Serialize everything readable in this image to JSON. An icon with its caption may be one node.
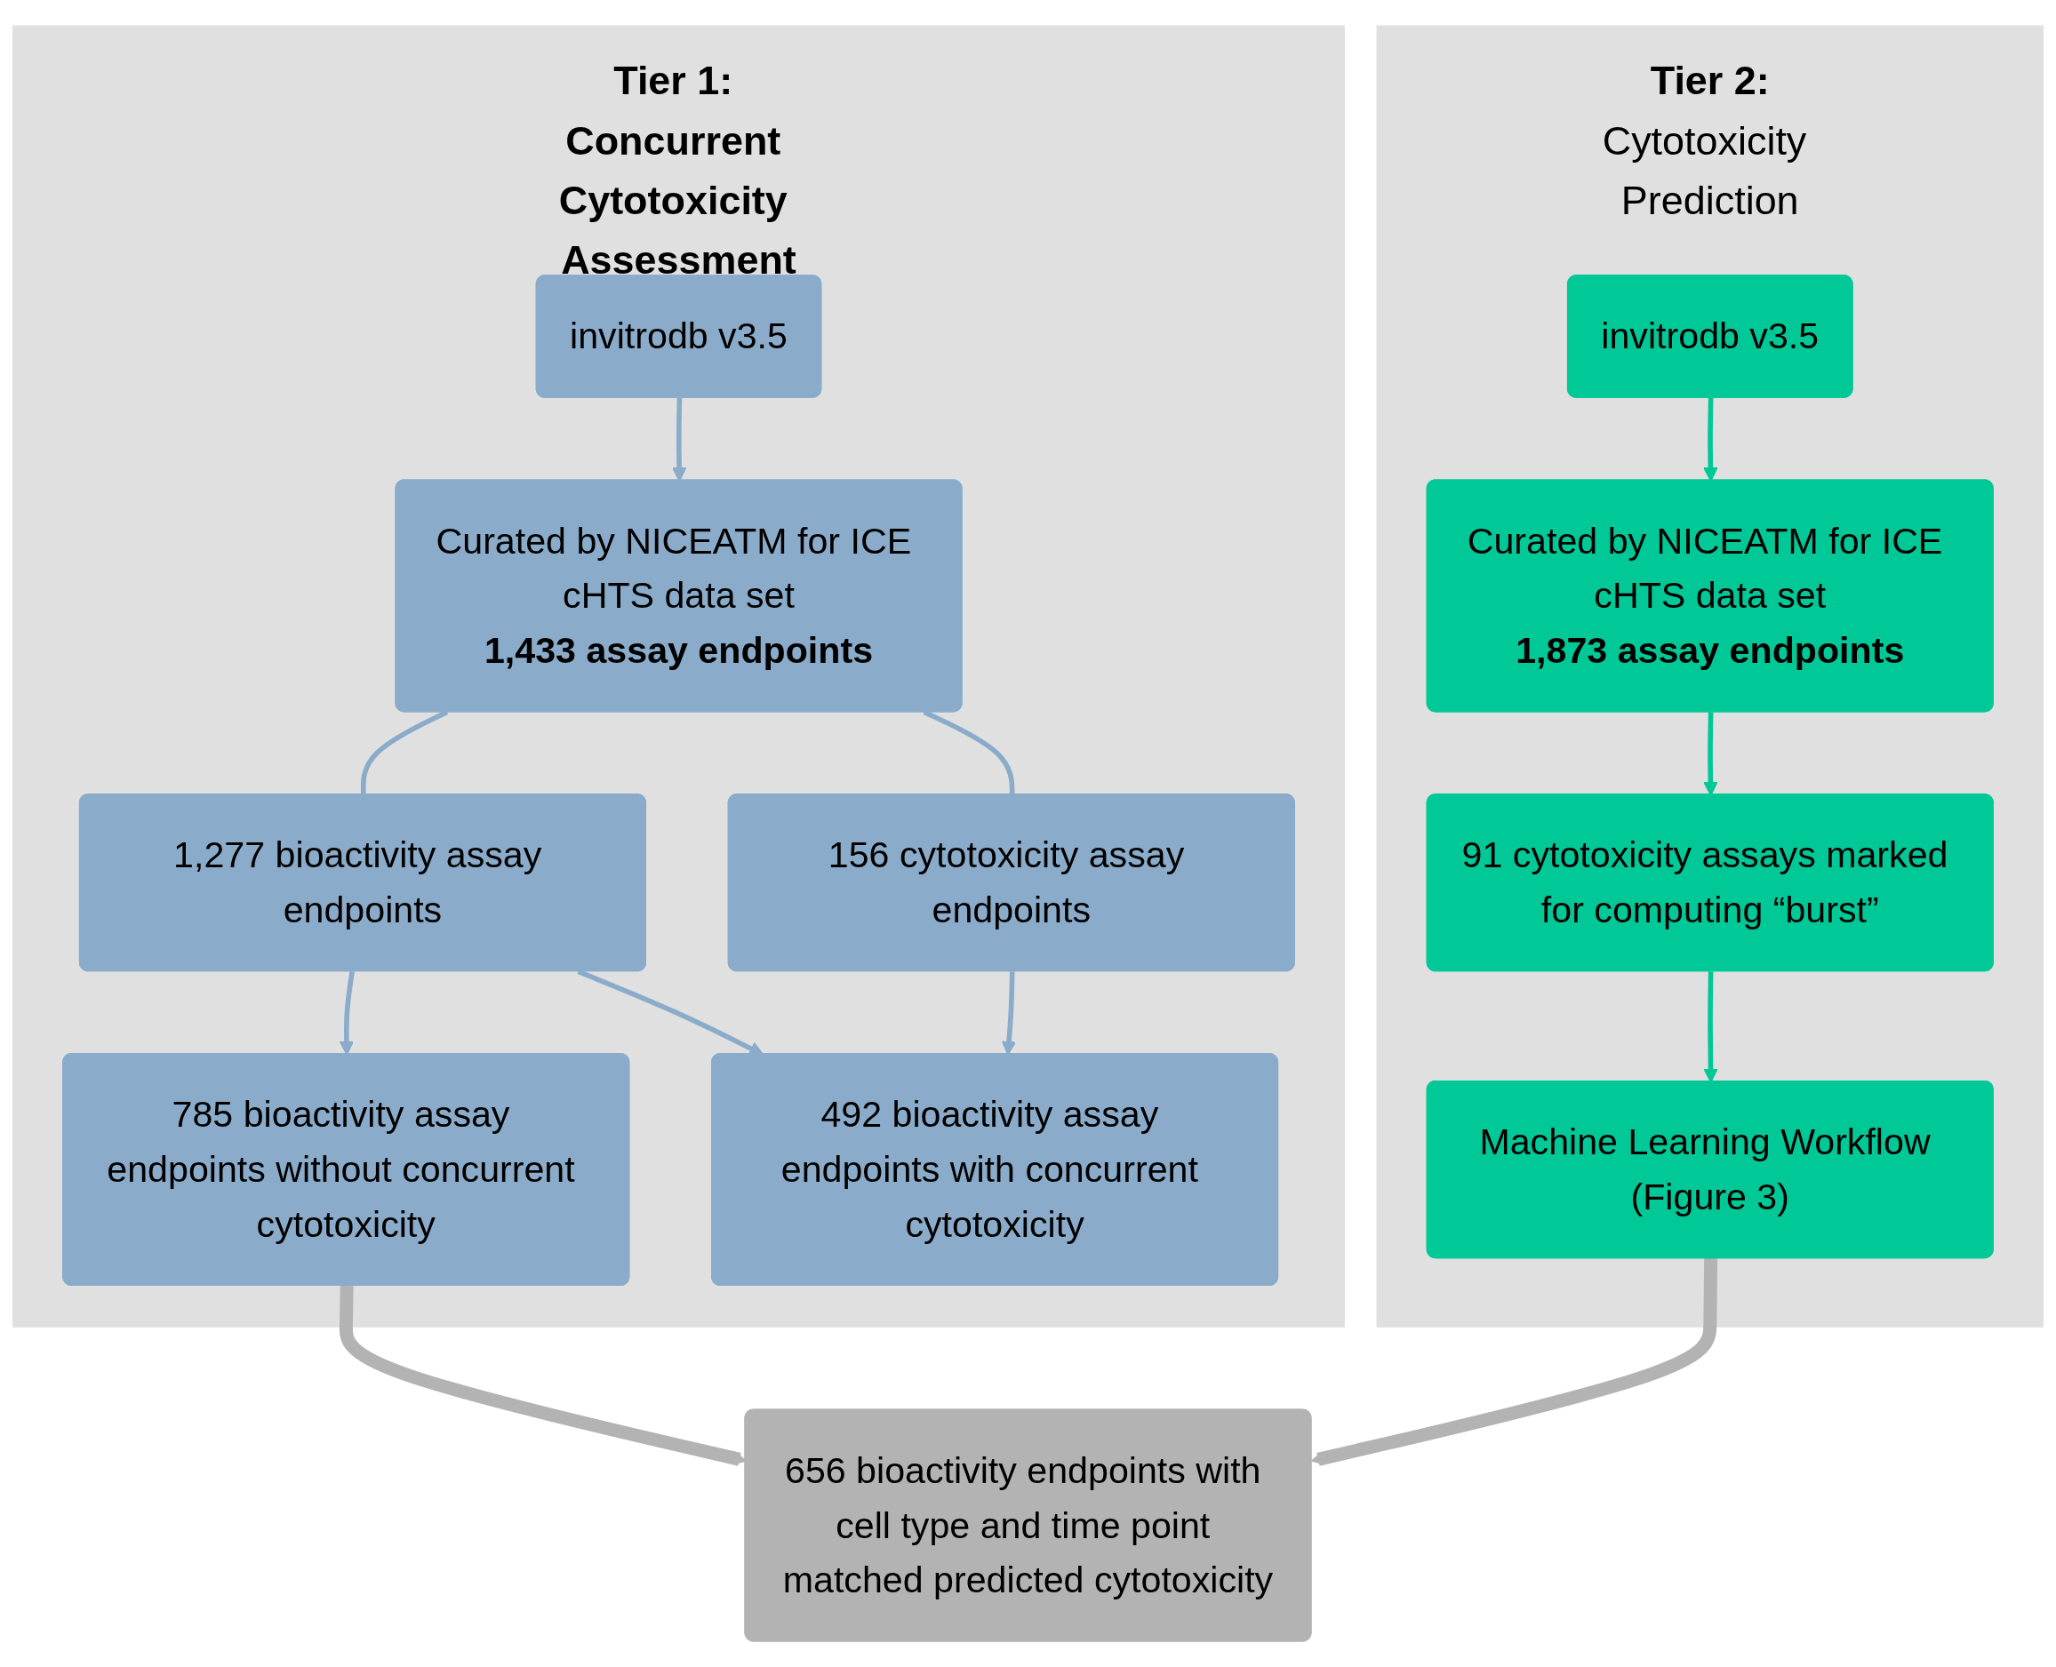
{
  "diagram": {
    "nodes": [
      {
        "text": [
          "Tier 1: Concurrent Cytotoxicity Assessment"
        ]
      },
      {
        "text": [
          "invitrodb v3.5"
        ],
        "in": 0
      },
      {
        "text": [
          "Curated by NICEATM for ICE cHTS data set",
          "1,433 assay endpoints"
        ],
        "in": 0
      },
      {
        "text": [
          "1,277 bioactivity assay endpoints"
        ],
        "in": 0
      },
      {
        "text": [
          "156 cytotoxicity assay endpoints"
        ],
        "in": 0
      },
      {
        "text": [
          "785 bioactivity assay endpoints without concurrent cytotoxicity"
        ],
        "in": 0
      },
      {
        "text": [
          "492 bioactivity assay endpoints with concurrent cytotoxicity"
        ],
        "in": 0
      },
      {
        "text": [
          "Tier 2:",
          "Cytotoxicity Prediction"
        ]
      },
      {
        "text": [
          "invitrodb v3.5"
        ],
        "in": 7
      },
      {
        "text": [
          "Curated by NICEATM for ICE cHTS data set",
          "1,873 assay endpoints"
        ],
        "in": 7
      },
      {
        "text": [
          "91 cytotoxicity assays marked for computing “burst”"
        ],
        "in": 7
      },
      {
        "text": [
          "Machine Learning Workflow (Figure 3)"
        ],
        "in": 7
      },
      {
        "text": [
          "656 bioactivity endpoints with cell type and time point matched predicted cytotoxicity"
        ]
      }
    ],
    "edges": [
      {
        "from": 1,
        "to": 2,
        "arrow": "to",
        "color": "#8aabc9"
      },
      {
        "from": 2,
        "to": 3,
        "arrow": "none",
        "color": "#8aabc9"
      },
      {
        "from": 2,
        "to": 4,
        "arrow": "none",
        "color": "#8aabc9"
      },
      {
        "from": 3,
        "to": 5,
        "arrow": "to",
        "color": "#8aabc9"
      },
      {
        "from": 3,
        "to": 6,
        "arrow": "to",
        "color": "#8aabc9"
      },
      {
        "from": 4,
        "to": 6,
        "arrow": "to",
        "color": "#8aabc9"
      },
      {
        "from": 8,
        "to": 9,
        "arrow": "to",
        "color": "#00c896"
      },
      {
        "from": 9,
        "to": 10,
        "arrow": "to",
        "color": "#00c896"
      },
      {
        "from": 10,
        "to": 11,
        "arrow": "to",
        "color": "#00c896"
      },
      {
        "from": 5,
        "to": 12,
        "arrow": "to",
        "style": "thick",
        "color": "#b3b3b3"
      },
      {
        "from": 11,
        "to": 12,
        "arrow": "to",
        "style": "thick",
        "color": "#b3b3b3"
      }
    ]
  }
}
